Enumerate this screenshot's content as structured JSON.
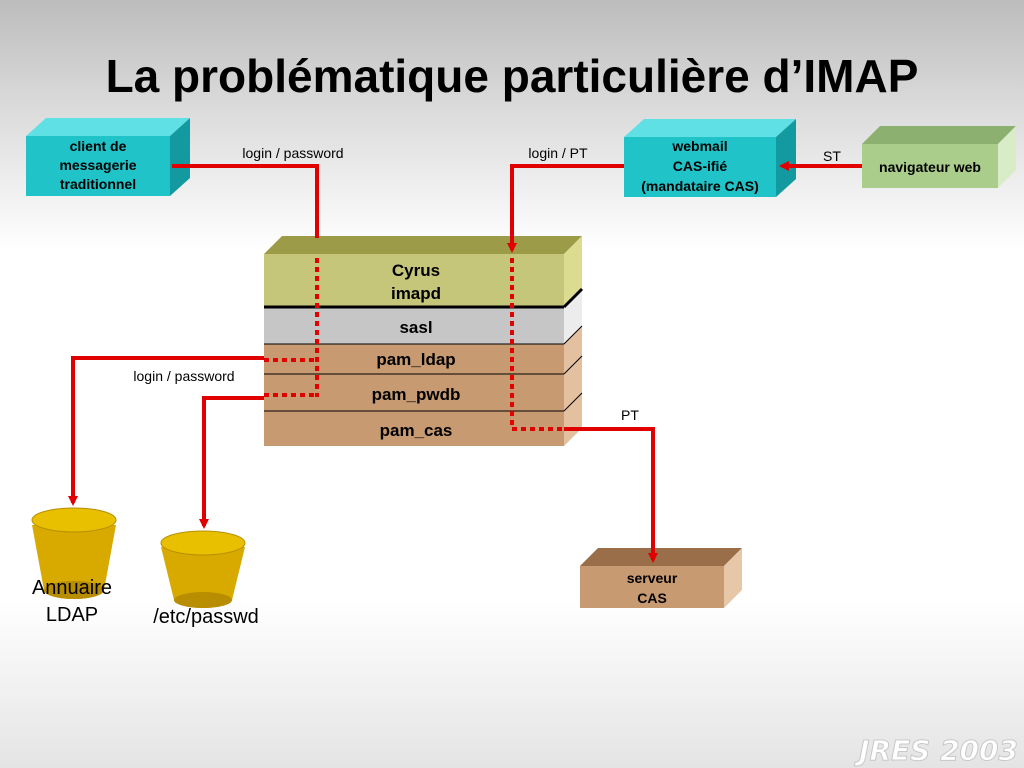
{
  "title": "La problématique particulière d’IMAP",
  "nodes": {
    "client": [
      "client de",
      "messagerie",
      "traditionnel"
    ],
    "webmail": [
      "webmail",
      "CAS-ifié",
      "(mandataire CAS)"
    ],
    "browser": [
      "navigateur web"
    ],
    "cas_server": [
      "serveur",
      "CAS"
    ]
  },
  "stack": {
    "cyrus": [
      "Cyrus",
      "imapd"
    ],
    "sasl": "sasl",
    "pam_ldap": "pam_ldap",
    "pam_pwdb": "pam_pwdb",
    "pam_cas": "pam_cas"
  },
  "stores": {
    "ldap": [
      "Annuaire",
      "LDAP"
    ],
    "passwd": [
      "/etc/passwd"
    ]
  },
  "edge_labels": {
    "client_login": "login / password",
    "webmail_login": "login / PT",
    "st": "ST",
    "ldap_login": "login / password",
    "pt": "PT"
  },
  "watermark": "JRES 2003",
  "colors": {
    "cyan": "#1fc3c8",
    "olive": "#c6c67a",
    "gray": "#c6c6c6",
    "tan": "#c89a72",
    "green": "#aacd8c",
    "gold": "#e0b400",
    "arrow": "#e00000"
  }
}
